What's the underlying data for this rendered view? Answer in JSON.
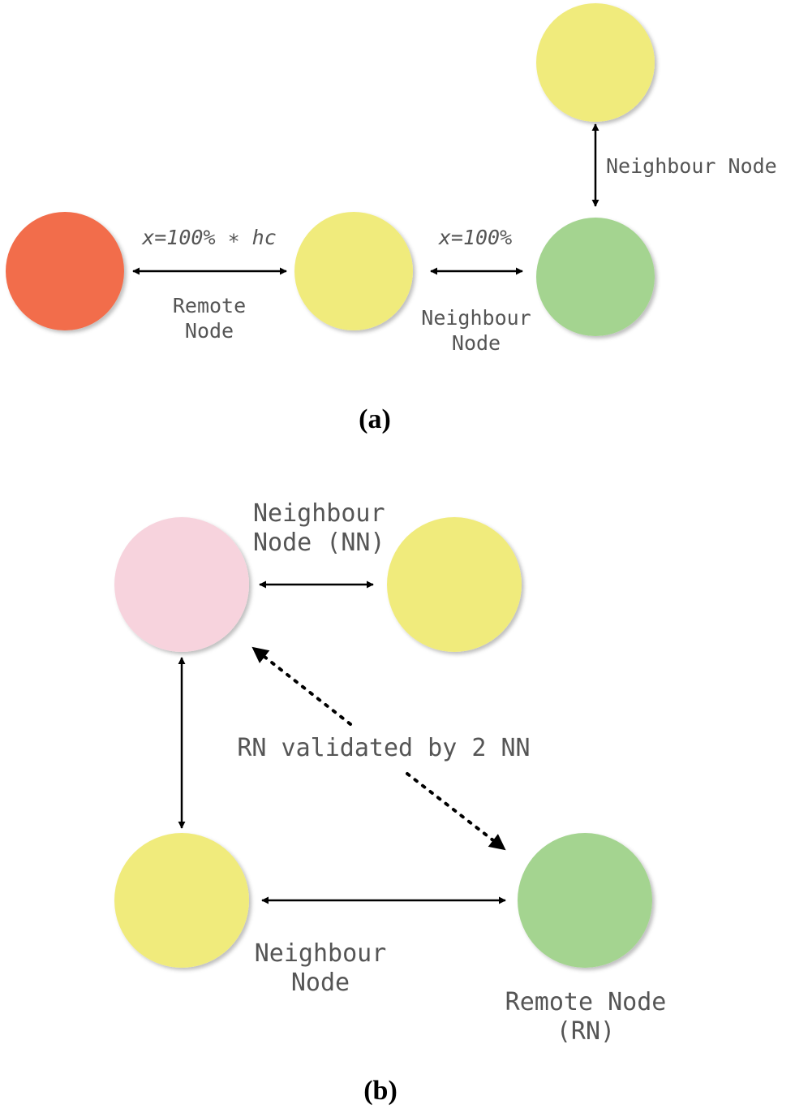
{
  "colors": {
    "remote_red": "#F26D4B",
    "neighbour_yellow": "#F0EB7C",
    "node_green": "#A4D490",
    "node_pink": "#F7D3DD"
  },
  "panel_a": {
    "caption": "(a)",
    "formula_left": "x=100% ∗ hc",
    "formula_right": "x=100%",
    "label_remote": [
      "Remote",
      "Node"
    ],
    "label_neighbour": [
      "Neighbour",
      "Node"
    ],
    "label_neighbour_top": "Neighbour Node"
  },
  "panel_b": {
    "caption": "(b)",
    "label_nn_top": [
      "Neighbour",
      "Node (NN)"
    ],
    "label_validated": "RN validated by 2 NN",
    "label_neighbour_bottom": [
      "Neighbour",
      "Node"
    ],
    "label_remote": [
      "Remote Node",
      "(RN)"
    ]
  }
}
